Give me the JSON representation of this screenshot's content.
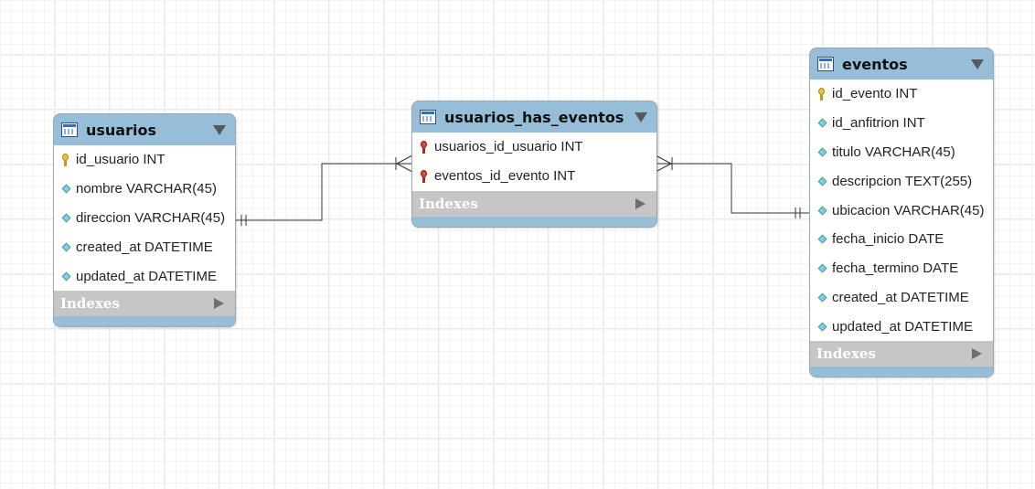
{
  "tables": {
    "usuarios": {
      "name": "usuarios",
      "columns": [
        {
          "text": "id_usuario INT",
          "icon": "primary-key-icon"
        },
        {
          "text": "nombre VARCHAR(45)",
          "icon": "column-diamond-icon"
        },
        {
          "text": "direccion VARCHAR(45)",
          "icon": "column-diamond-icon"
        },
        {
          "text": "created_at DATETIME",
          "icon": "column-diamond-icon"
        },
        {
          "text": "updated_at DATETIME",
          "icon": "column-diamond-icon"
        }
      ],
      "indexes_label": "Indexes"
    },
    "usuarios_has_eventos": {
      "name": "usuarios_has_eventos",
      "columns": [
        {
          "text": "usuarios_id_usuario INT",
          "icon": "foreign-key-icon"
        },
        {
          "text": "eventos_id_evento INT",
          "icon": "foreign-key-icon"
        }
      ],
      "indexes_label": "Indexes"
    },
    "eventos": {
      "name": "eventos",
      "columns": [
        {
          "text": "id_evento INT",
          "icon": "primary-key-icon"
        },
        {
          "text": "id_anfitrion INT",
          "icon": "column-diamond-icon"
        },
        {
          "text": "titulo VARCHAR(45)",
          "icon": "column-diamond-icon"
        },
        {
          "text": "descripcion TEXT(255)",
          "icon": "column-diamond-icon"
        },
        {
          "text": "ubicacion VARCHAR(45)",
          "icon": "column-diamond-icon"
        },
        {
          "text": "fecha_inicio DATE",
          "icon": "column-diamond-icon"
        },
        {
          "text": "fecha_termino DATE",
          "icon": "column-diamond-icon"
        },
        {
          "text": "created_at DATETIME",
          "icon": "column-diamond-icon"
        },
        {
          "text": "updated_at DATETIME",
          "icon": "column-diamond-icon"
        }
      ],
      "indexes_label": "Indexes"
    }
  },
  "relationships": [
    {
      "from": "usuarios",
      "to": "usuarios_has_eventos",
      "from_cardinality": "one-and-only-one",
      "to_cardinality": "one-or-many"
    },
    {
      "from": "eventos",
      "to": "usuarios_has_eventos",
      "from_cardinality": "one-and-only-one",
      "to_cardinality": "one-or-many"
    }
  ],
  "colors": {
    "header": "#97bed9",
    "indexes_bar": "#c6c6c6",
    "grid": "#e9e9e9",
    "connector": "#333333"
  }
}
